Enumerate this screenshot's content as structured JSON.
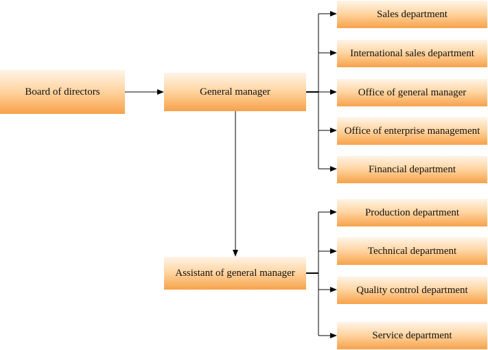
{
  "diagram": {
    "root": {
      "label": "Board of directors"
    },
    "general_manager": {
      "label": "General manager"
    },
    "assistant": {
      "label": "Assistant of general manager"
    },
    "gm_departments": [
      {
        "label": "Sales department"
      },
      {
        "label": "International sales department"
      },
      {
        "label": "Office of general manager"
      },
      {
        "label": "Office of enterprise management"
      },
      {
        "label": "Financial department"
      }
    ],
    "assistant_departments": [
      {
        "label": "Production department"
      },
      {
        "label": "Technical department"
      },
      {
        "label": "Quality control department"
      },
      {
        "label": "Service department"
      }
    ],
    "colors": {
      "box_top": "#fff4e8",
      "box_bottom": "#f7a24a",
      "line": "#000000"
    }
  }
}
